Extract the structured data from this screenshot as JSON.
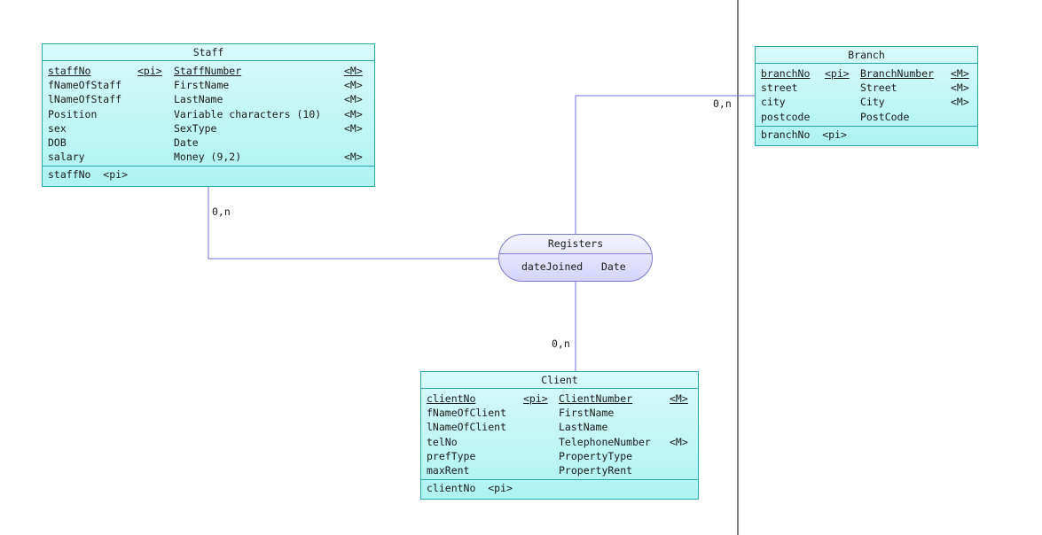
{
  "staff": {
    "title": "Staff",
    "attributes": [
      {
        "name": "staffNo",
        "pi": "<pi>",
        "domain": "StaffNumber",
        "m": "<M>"
      },
      {
        "name": "fNameOfStaff",
        "pi": "",
        "domain": "FirstName",
        "m": "<M>"
      },
      {
        "name": "lNameOfStaff",
        "pi": "",
        "domain": "LastName",
        "m": "<M>"
      },
      {
        "name": "Position",
        "pi": "",
        "domain": "Variable characters (10)",
        "m": "<M>"
      },
      {
        "name": "sex",
        "pi": "",
        "domain": "SexType",
        "m": "<M>"
      },
      {
        "name": "DOB",
        "pi": "",
        "domain": "Date",
        "m": ""
      },
      {
        "name": "salary",
        "pi": "",
        "domain": "Money (9,2)",
        "m": "<M>"
      }
    ],
    "identifier": "staffNo  <pi>"
  },
  "branch": {
    "title": "Branch",
    "attributes": [
      {
        "name": "branchNo",
        "pi": "<pi>",
        "domain": "BranchNumber",
        "m": "<M>"
      },
      {
        "name": "street",
        "pi": "",
        "domain": "Street",
        "m": "<M>"
      },
      {
        "name": "city",
        "pi": "",
        "domain": "City",
        "m": "<M>"
      },
      {
        "name": "postcode",
        "pi": "",
        "domain": "PostCode",
        "m": ""
      }
    ],
    "identifier": "branchNo  <pi>"
  },
  "client": {
    "title": "Client",
    "attributes": [
      {
        "name": "clientNo",
        "pi": "<pi>",
        "domain": "ClientNumber",
        "m": "<M>"
      },
      {
        "name": "fNameOfClient",
        "pi": "",
        "domain": "FirstName",
        "m": ""
      },
      {
        "name": "lNameOfClient",
        "pi": "",
        "domain": "LastName",
        "m": ""
      },
      {
        "name": "telNo",
        "pi": "",
        "domain": "TelephoneNumber",
        "m": "<M>"
      },
      {
        "name": "prefType",
        "pi": "",
        "domain": "PropertyType",
        "m": ""
      },
      {
        "name": "maxRent",
        "pi": "",
        "domain": "PropertyRent",
        "m": ""
      }
    ],
    "identifier": "clientNo  <pi>"
  },
  "registers": {
    "title": "Registers",
    "attribute": "dateJoined   Date"
  },
  "cardinalities": {
    "staff": "0,n",
    "branch": "0,n",
    "client": "0,n"
  },
  "colors": {
    "entity_border": "#2aa8a8",
    "entity_fill_top": "#d9fafa",
    "entity_fill_bottom": "#aef3f3",
    "relationship_border": "#7a7ad0",
    "relationship_fill": "#d4d4fb",
    "link_line": "#7070d8",
    "separator_line": "#000000"
  }
}
